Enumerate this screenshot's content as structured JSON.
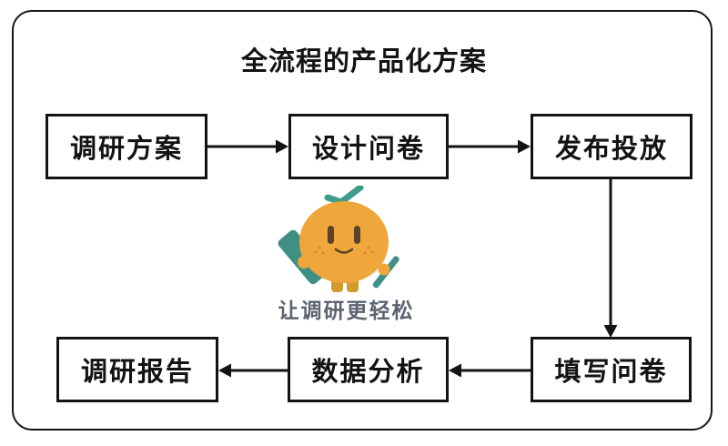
{
  "title": "全流程的产品化方案",
  "tagline": "让调研更轻松",
  "flow": {
    "nodes": [
      {
        "id": "research-plan",
        "label": "调研方案"
      },
      {
        "id": "design-questionnaire",
        "label": "设计问卷"
      },
      {
        "id": "publish-launch",
        "label": "发布投放"
      },
      {
        "id": "fill-questionnaire",
        "label": "填写问卷"
      },
      {
        "id": "data-analysis",
        "label": "数据分析"
      },
      {
        "id": "research-report",
        "label": "调研报告"
      }
    ],
    "connections": [
      {
        "from": "research-plan",
        "to": "design-questionnaire"
      },
      {
        "from": "design-questionnaire",
        "to": "publish-launch"
      },
      {
        "from": "publish-launch",
        "to": "fill-questionnaire"
      },
      {
        "from": "fill-questionnaire",
        "to": "data-analysis"
      },
      {
        "from": "data-analysis",
        "to": "research-report"
      }
    ]
  },
  "colors": {
    "frame_border": "#161616",
    "box_border": "#131313",
    "text": "#131313",
    "arrow": "#131313",
    "tagline_text": "#5C6370"
  },
  "mascot": {
    "name": "orange-character",
    "colors": {
      "body": "#EFA63B",
      "leaf": "#3E9C8B",
      "board": "#3F8F85",
      "boots": "#D2992B",
      "face": "#5A4326"
    }
  }
}
